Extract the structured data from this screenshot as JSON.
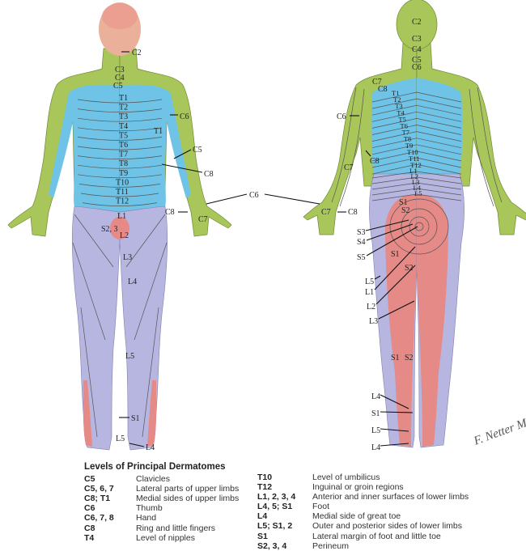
{
  "front_labels": {
    "c2": "C2",
    "c3": "C3",
    "c4": "C4",
    "c5": "C5",
    "t": [
      "T1",
      "T2",
      "T3",
      "T4",
      "T5",
      "T6",
      "T7",
      "T8",
      "T9",
      "T10",
      "T11",
      "T12"
    ],
    "arm_c6": "C6",
    "arm_t1": "T1",
    "arm_c5": "C5",
    "arm_c8": "C8",
    "center_c6": "C6",
    "hand_c8": "C8",
    "hand_c7": "C7",
    "l1": "L1",
    "s23": "S2, 3",
    "l2": "L2",
    "l3": "L3",
    "l4": "L4",
    "l5": "L5",
    "s1": "S1",
    "foot_l5": "L5",
    "foot_l4": "L4"
  },
  "back_labels": {
    "c2": "C2",
    "c3": "C3",
    "c4": "C4",
    "c5": "C5",
    "c6": "C6",
    "c7": "C7",
    "c8": "C8",
    "t": [
      "T1",
      "T2",
      "T3",
      "T4",
      "T5",
      "T6",
      "T7",
      "T8",
      "T9",
      "T10",
      "T11",
      "T12"
    ],
    "l": [
      "L1",
      "L2",
      "L3",
      "L4",
      "L5"
    ],
    "arm_c6": "C6",
    "arm_c8": "C8",
    "arm_c7": "C7",
    "hand_c7": "C7",
    "hand_c8": "C8",
    "s1": "S1",
    "s2": "S2",
    "s3": "S3",
    "s4": "S4",
    "s5": "S5",
    "mid_s1": "S1",
    "mid_s2": "S2",
    "l5": "L5",
    "l1": "L1",
    "l2": "L2",
    "l3": "L3",
    "low_s1": "S1",
    "low_s2": "S2",
    "foot_l4": "L4",
    "foot_s1": "S1",
    "foot_l5": "L5",
    "foot_l4b": "L4"
  },
  "signature": "F. Netter M.D.",
  "colors": {
    "cervical": "#a9c65a",
    "thoracic": "#6ec3e6",
    "lumbar": "#b7b6e0",
    "sacral": "#e58a86",
    "skin": "#eab099"
  },
  "legend": {
    "title": "Levels of Principal Dermatomes",
    "left": [
      {
        "code": "C5",
        "desc": "Clavicles"
      },
      {
        "code": "C5, 6, 7",
        "desc": "Lateral parts of upper limbs"
      },
      {
        "code": "C8; T1",
        "desc": "Medial sides of upper limbs"
      },
      {
        "code": "C6",
        "desc": "Thumb"
      },
      {
        "code": "C6, 7, 8",
        "desc": "Hand"
      },
      {
        "code": "C8",
        "desc": "Ring and little fingers"
      },
      {
        "code": "T4",
        "desc": "Level of nipples"
      }
    ],
    "right": [
      {
        "code": "T10",
        "desc": "Level of umbilicus"
      },
      {
        "code": "T12",
        "desc": "Inguinal or groin regions"
      },
      {
        "code": "L1, 2, 3, 4",
        "desc": "Anterior and inner surfaces of lower limbs"
      },
      {
        "code": "L4, 5; S1",
        "desc": "Foot"
      },
      {
        "code": "L4",
        "desc": "Medial side of great toe"
      },
      {
        "code": "L5; S1, 2",
        "desc": "Outer and posterior sides of lower limbs"
      },
      {
        "code": "S1",
        "desc": "Lateral margin of foot and little toe"
      },
      {
        "code": "S2, 3, 4",
        "desc": "Perineum"
      }
    ]
  }
}
